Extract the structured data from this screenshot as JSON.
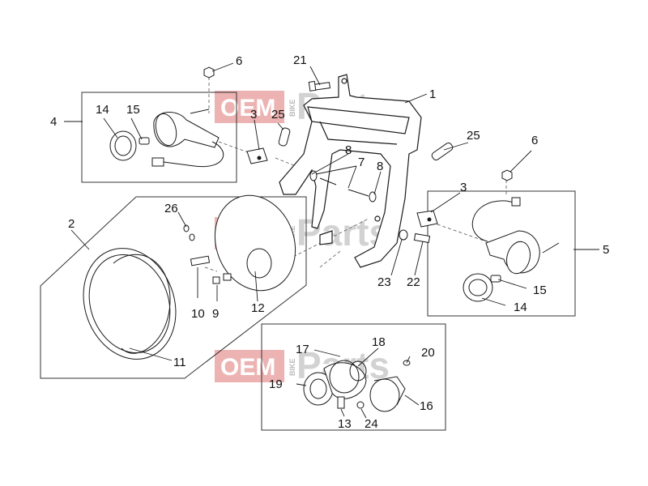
{
  "watermark": {
    "oem": "OEM",
    "bike": "BIKE",
    "parts": "Parts",
    "oem_color": "#e9a0a0",
    "parts_color": "#bdbdbd"
  },
  "callouts": [
    "1",
    "2",
    "3",
    "3",
    "4",
    "5",
    "6",
    "6",
    "7",
    "8",
    "8",
    "9",
    "10",
    "11",
    "12",
    "13",
    "14",
    "14",
    "15",
    "15",
    "16",
    "17",
    "18",
    "19",
    "20",
    "21",
    "22",
    "23",
    "24",
    "25",
    "25",
    "26"
  ],
  "colors": {
    "line": "#1a1a1a",
    "box": "#333333",
    "dash": "#555555"
  }
}
